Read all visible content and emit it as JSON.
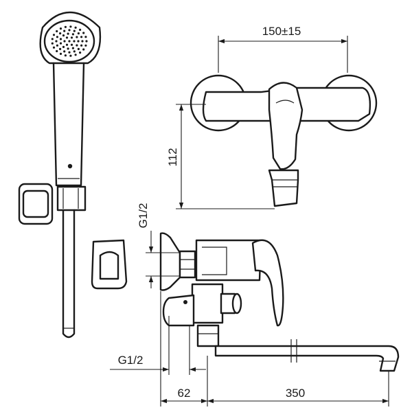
{
  "dimensions": {
    "width_top": "150±15",
    "height_side": "112",
    "thread_upper": "G1/2",
    "thread_lower": "G1/2",
    "offset_bottom": "62",
    "spout_length": "350"
  },
  "colors": {
    "line": "#1a1a1a",
    "background": "#ffffff"
  }
}
